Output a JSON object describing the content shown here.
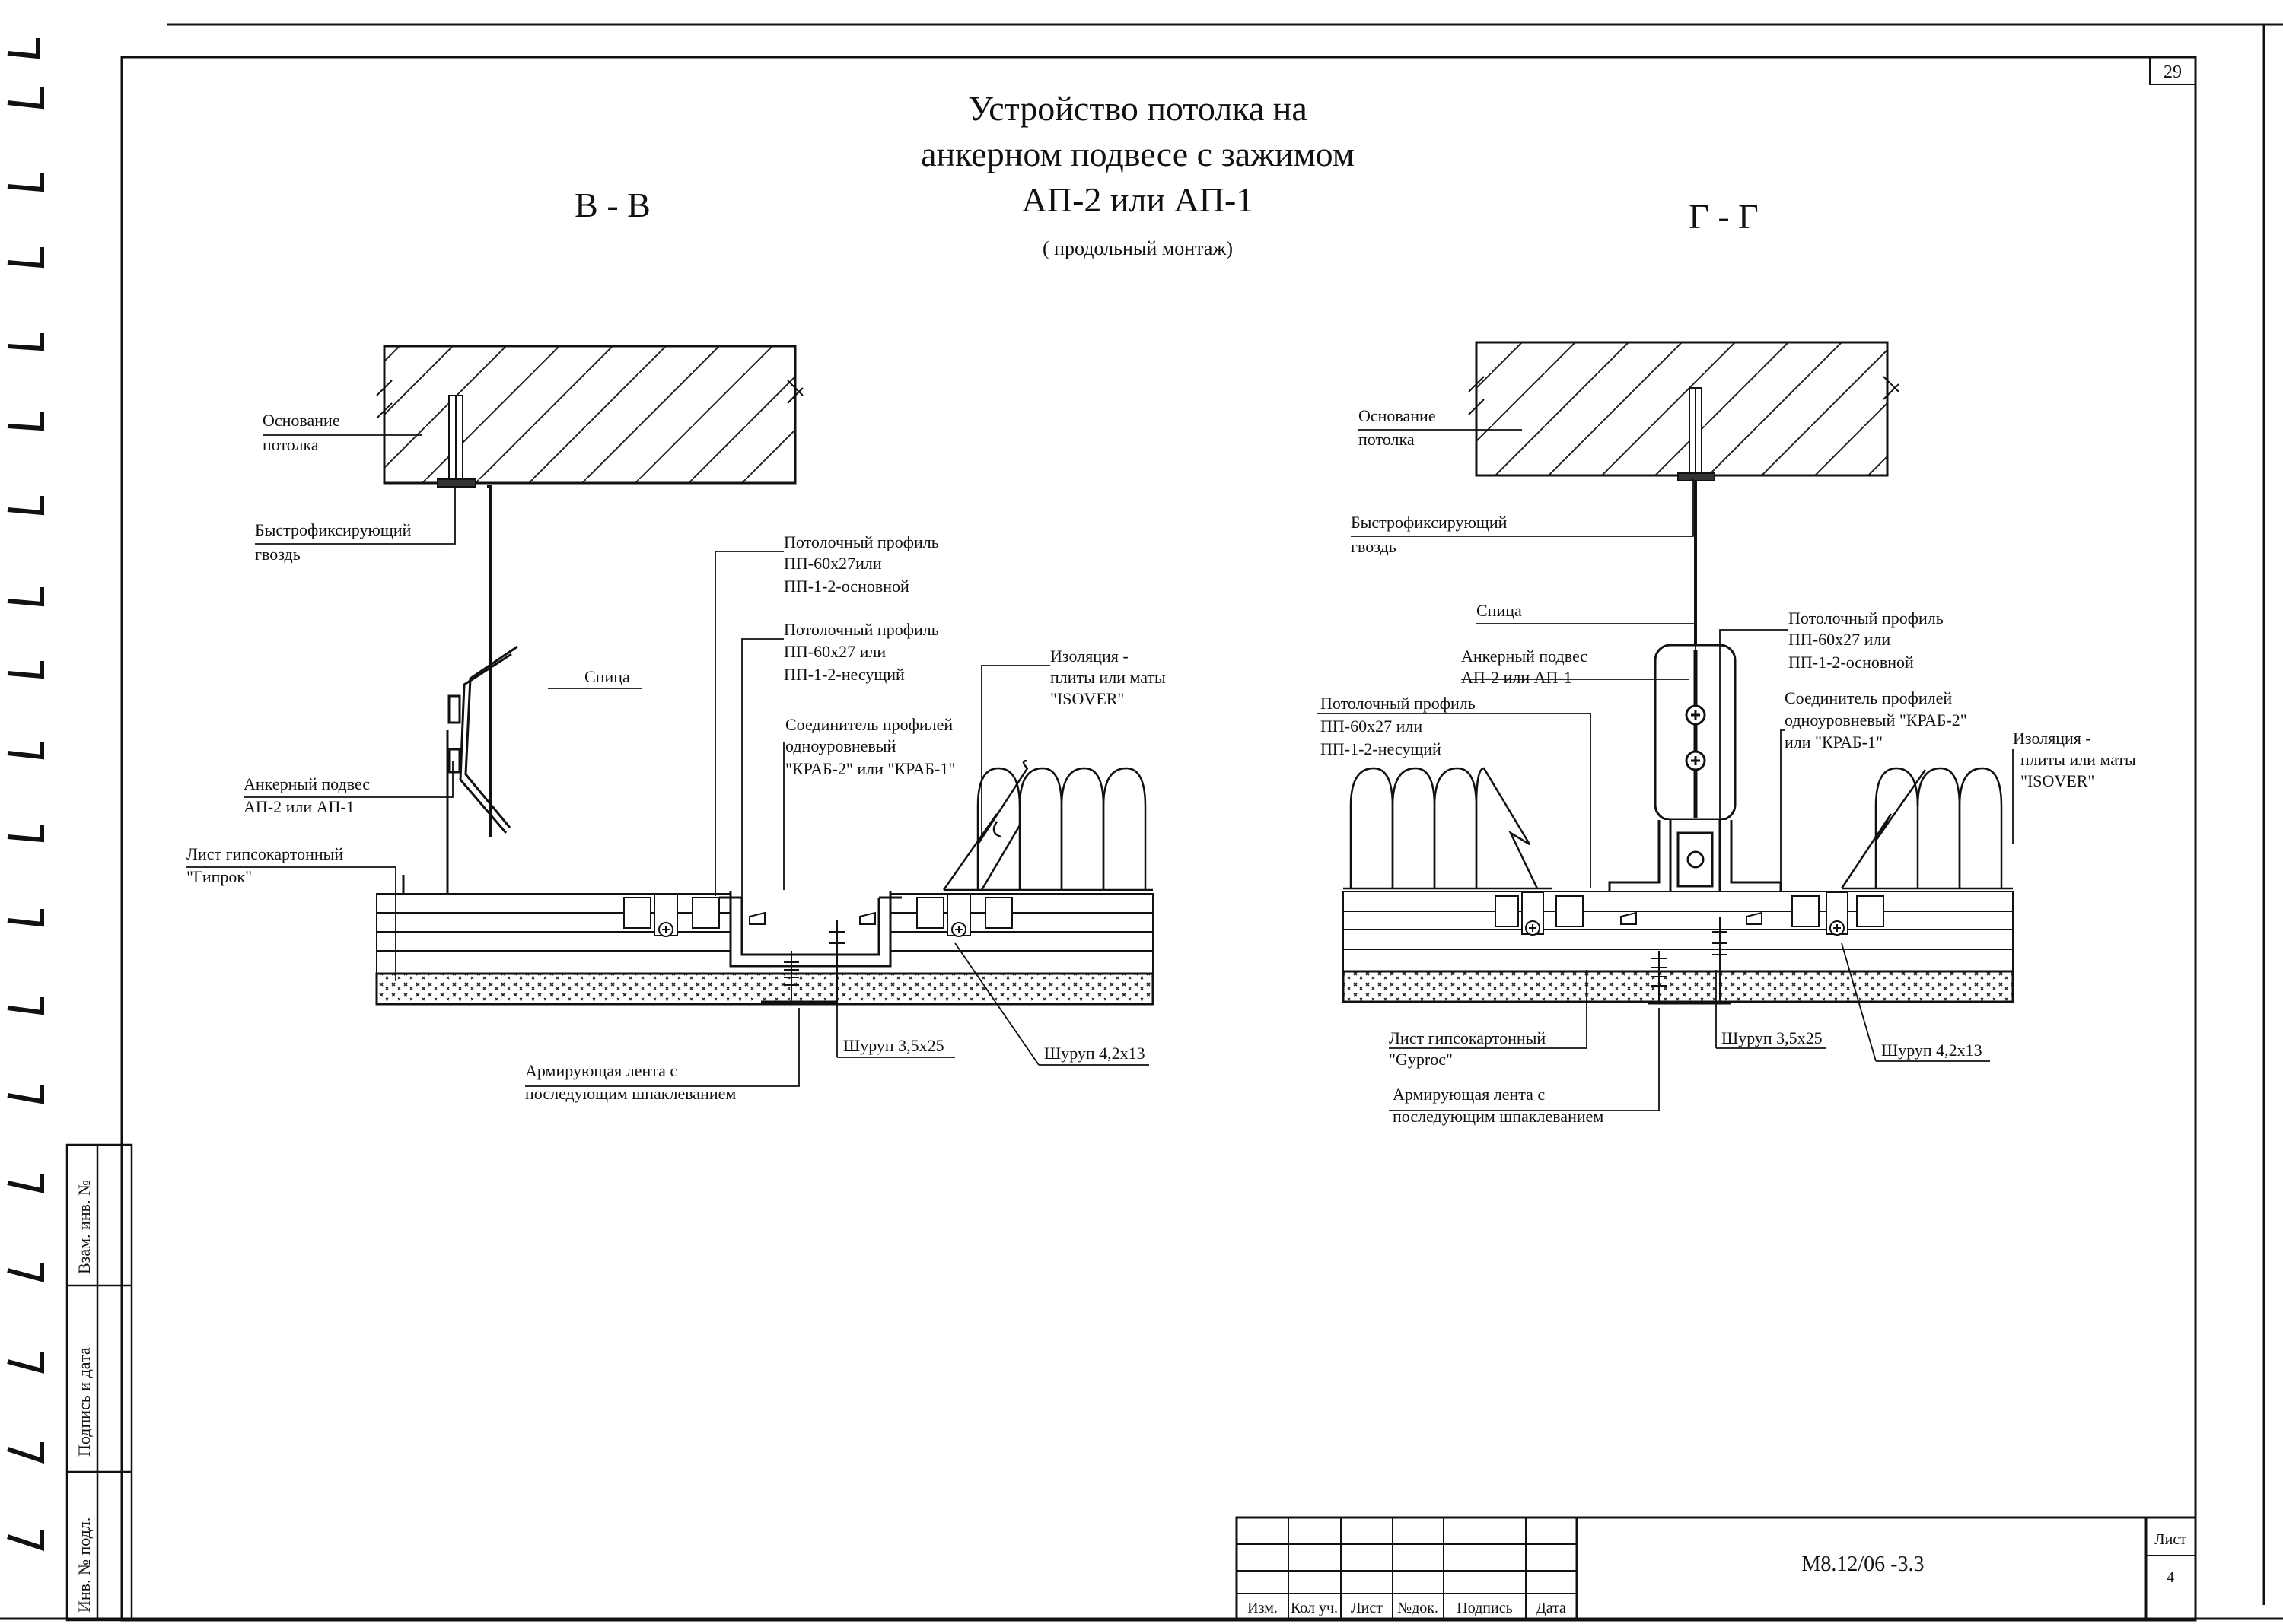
{
  "sheet": {
    "page_number": "29",
    "title_lines": [
      "Устройство потолка на",
      "анкерном подвесе с зажимом",
      "АП-2 или АП-1"
    ],
    "subtitle": "( продольный монтаж)",
    "document_code": "М8.12/06 -3.3",
    "sheet_label": "Лист",
    "sheet_number": "4"
  },
  "stamp_headers": [
    "Изм.",
    "Кол уч.",
    "Лист",
    "№док.",
    "Подпись",
    "Дата"
  ],
  "side_stamp": [
    "Инв. № подл.",
    "Подпись и дата",
    "Взам. инв. №"
  ],
  "section_left": {
    "title": "В - В",
    "labels": {
      "base": [
        "Основание",
        "потолка"
      ],
      "nail": [
        "Быстрофиксирующий",
        "гвоздь"
      ],
      "rod": [
        "Спица"
      ],
      "hanger": [
        "Анкерный подвес",
        "АП-2 или АП-1"
      ],
      "board": [
        "Лист гипсокартонный",
        "\"Гипрок\""
      ],
      "main_profile": [
        "Потолочный профиль",
        "ПП-60х27или",
        "ПП-1-2-основной"
      ],
      "bearing_profile": [
        "Потолочный профиль",
        "ПП-60х27 или",
        "ПП-1-2-несущий"
      ],
      "connector": [
        "Соединитель профилей",
        "одноуровневый",
        "\"КРАБ-2\" или \"КРАБ-1\""
      ],
      "insulation": [
        "Изоляция -",
        "плиты или маты",
        "\"ISOVER\""
      ],
      "screw_a": [
        "Шуруп 3,5х25"
      ],
      "screw_b": [
        "Шуруп 4,2х13"
      ],
      "tape": [
        "Армирующая лента с",
        "последующим шпаклеванием"
      ]
    }
  },
  "section_right": {
    "title": "Г - Г",
    "labels": {
      "base": [
        "Основание",
        "потолка"
      ],
      "nail": [
        "Быстрофиксирующий",
        "гвоздь"
      ],
      "rod": [
        "Спица"
      ],
      "hanger": [
        "Анкерный подвес",
        "АП-2 или АП-1"
      ],
      "bearing_profile": [
        "Потолочный профиль",
        "ПП-60х27 или",
        "ПП-1-2-несущий"
      ],
      "main_profile": [
        "Потолочный профиль",
        "ПП-60х27  или",
        "ПП-1-2-основной"
      ],
      "connector": [
        "Соединитель профилей",
        "одноуровневый \"КРАБ-2\"",
        "или \"КРАБ-1\""
      ],
      "insulation": [
        "Изоляция -",
        "плиты или маты",
        "\"ISOVER\""
      ],
      "board": [
        "Лист гипсокартонный",
        "\"Gyproc\""
      ],
      "screw_a": [
        "Шуруп 3,5х25"
      ],
      "screw_b": [
        "Шуруп 4,2х13"
      ],
      "tape": [
        "Армирующая лента с",
        "последующим шпаклеванием"
      ]
    }
  }
}
